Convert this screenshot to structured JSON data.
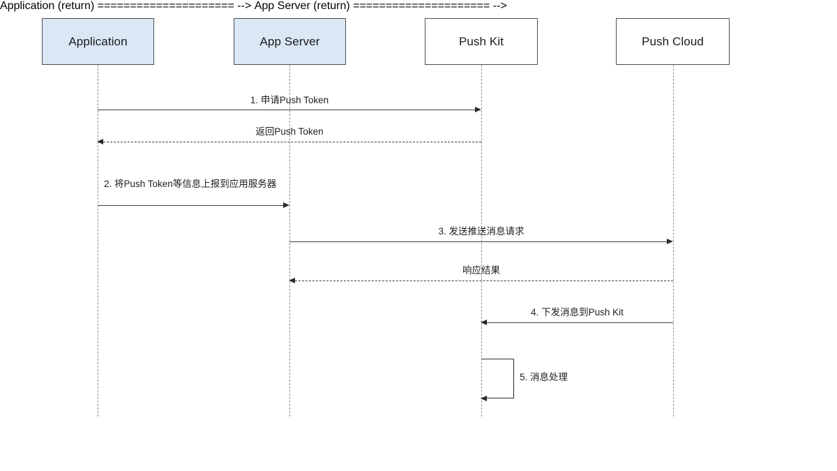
{
  "diagram": {
    "type": "sequence-diagram",
    "title": "Push Kit message delivery sequence",
    "colors": {
      "participant_fill_blue": "#dae8f5",
      "participant_fill_white": "#ffffff",
      "participant_border": "#4d4d4d",
      "lifeline": "#8c8c8c",
      "arrow": "#2b2b2b",
      "text": "#1f1f1f",
      "background": "#ffffff"
    },
    "participants": [
      {
        "id": "application",
        "label": "Application",
        "fill": "blue"
      },
      {
        "id": "app-server",
        "label": "App Server",
        "fill": "blue"
      },
      {
        "id": "push-kit",
        "label": "Push Kit",
        "fill": "white"
      },
      {
        "id": "push-cloud",
        "label": "Push Cloud",
        "fill": "white"
      }
    ],
    "messages": [
      {
        "seq": "1",
        "label": "1. 申请Push Token",
        "from": "application",
        "to": "push-kit",
        "direction": "right",
        "style": "solid"
      },
      {
        "seq": "",
        "label": "返回Push Token",
        "from": "push-kit",
        "to": "application",
        "direction": "left",
        "style": "dashed"
      },
      {
        "seq": "2",
        "label": "2. 将Push Token等信息上报到应用服务器",
        "from": "application",
        "to": "app-server",
        "direction": "right",
        "style": "solid"
      },
      {
        "seq": "3",
        "label": "3. 发送推送消息请求",
        "from": "app-server",
        "to": "push-cloud",
        "direction": "right",
        "style": "solid"
      },
      {
        "seq": "",
        "label": "响应结果",
        "from": "push-cloud",
        "to": "app-server",
        "direction": "left",
        "style": "dashed"
      },
      {
        "seq": "4",
        "label": "4. 下发消息到Push Kit",
        "from": "push-cloud",
        "to": "push-kit",
        "direction": "left",
        "style": "solid"
      },
      {
        "seq": "5",
        "label": "5. 消息处理",
        "from": "push-kit",
        "to": "push-kit",
        "direction": "self",
        "style": "solid"
      }
    ]
  }
}
